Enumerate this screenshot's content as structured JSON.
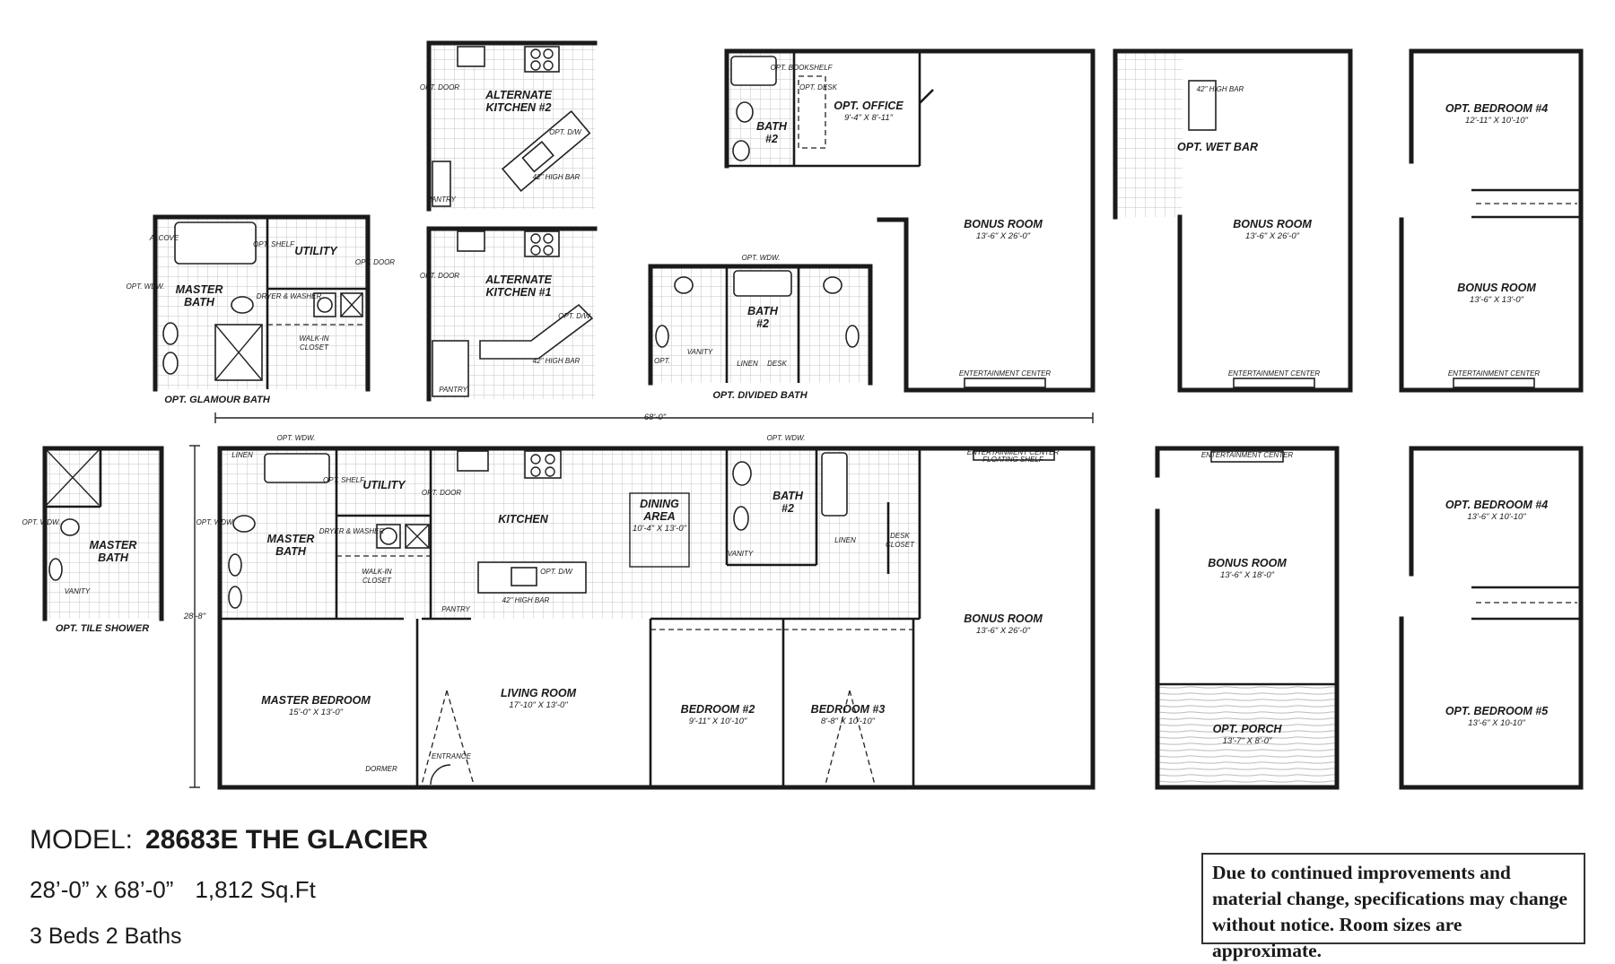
{
  "model": {
    "prefix": "MODEL:",
    "name": "28683E THE GLACIER",
    "dimensions": "28’-0” x 68’-0”",
    "sqft": "1,812 Sq.Ft",
    "beds_baths": "3 Beds 2 Baths"
  },
  "disclaimer": "Due to continued improvements and material change, specifications may change without notice. Room sizes are approximate.",
  "plan": {
    "overall_length": "68'-0\"",
    "overall_width": "28'-8\"",
    "main": {
      "linen": "LINEN",
      "opt_wdw_top": "OPT. WDW.",
      "utility": "UTILITY",
      "opt_shelf": "OPT. SHELF",
      "opt_door": "OPT. DOOR",
      "kitchen": "KITCHEN",
      "dining": "DINING",
      "dining2": "AREA",
      "dining_dim": "10'-4\" X 13'-0\"",
      "bath2": "BATH",
      "bath2_num": "#2",
      "opt_wdw_bath2": "OPT. WDW.",
      "master_bath": "MASTER",
      "master_bath2": "BATH",
      "dryer_washer": "DRYER & WASHER",
      "walkin": "WALK-IN",
      "walkin2": "CLOSET",
      "bar": "42\" HIGH BAR",
      "opt_dw": "OPT. D/W",
      "pantry": "PANTRY",
      "vanity": "VANITY",
      "linen2": "LINEN",
      "desk": "DESK",
      "closet": "CLOSET",
      "master_bed": "MASTER BEDROOM",
      "master_bed_dim": "15'-0\" X 13'-0\"",
      "living": "LIVING ROOM",
      "living_dim": "17'-10\" X 13'-0\"",
      "bed2": "BEDROOM #2",
      "bed2_dim": "9'-11\" X 10'-10\"",
      "bed3": "BEDROOM #3",
      "bed3_dim": "8'-8\" X 10'-10\"",
      "bonus": "BONUS ROOM",
      "bonus_dim": "13'-6\" X 26'-0\"",
      "entrance": "ENTRANCE",
      "dormer": "DORMER",
      "opt_wdw": "OPT. WDW.",
      "entertainment": "ENTERTAINMENT CENTER",
      "linen_shelf": "FLOATING SHELF"
    },
    "tile_shower": {
      "caption": "OPT. TILE SHOWER",
      "label": "MASTER",
      "label2": "BATH",
      "opt_wdw": "OPT. WDW.",
      "vanity": "VANITY"
    },
    "glamour_bath": {
      "caption": "OPT. GLAMOUR BATH",
      "label": "MASTER",
      "label2": "BATH",
      "utility": "UTILITY",
      "alcove": "ALCOVE",
      "opt_shelf": "OPT. SHELF",
      "opt_door": "OPT. DOOR",
      "opt_wdw": "OPT. WDW.",
      "dryer_washer": "DRYER & WASHER",
      "walkin": "WALK-IN",
      "walkin2": "CLOSET"
    },
    "alt_kitchen2": {
      "label": "ALTERNATE",
      "label2": "KITCHEN #2",
      "opt_door": "OPT. DOOR",
      "pantry": "PANTRY",
      "bar": "42\" HIGH BAR",
      "opt_dw": "OPT. D/W"
    },
    "alt_kitchen1": {
      "label": "ALTERNATE",
      "label2": "KITCHEN #1",
      "opt_door": "OPT. DOOR",
      "pantry": "PANTRY",
      "bar": "42\" HIGH BAR",
      "opt_dw": "OPT. D/W"
    },
    "office": {
      "label": "OPT. OFFICE",
      "dim": "9'-4\" X 8'-11\"",
      "bath": "BATH",
      "bath_num": "#2",
      "bookshelf": "OPT. BOOKSHELF",
      "desk": "OPT. DESK",
      "bonus": "BONUS ROOM",
      "bonus_dim": "13'-6\" X 26'-0\"",
      "entertainment": "ENTERTAINMENT CENTER"
    },
    "divided_bath": {
      "caption": "OPT. DIVIDED BATH",
      "opt_wdw": "OPT. WDW.",
      "bath": "BATH",
      "bath_num": "#2",
      "vanity": "VANITY",
      "linen": "LINEN",
      "desk": "DESK",
      "opt": "OPT."
    },
    "wet_bar": {
      "label": "OPT. WET BAR",
      "bar": "42\" HIGH BAR",
      "bonus": "BONUS ROOM",
      "bonus_dim": "13'-6\" X 26'-0\"",
      "entertainment": "ENTERTAINMENT CENTER"
    },
    "bed4_top": {
      "label": "OPT. BEDROOM #4",
      "dim": "12'-11\" X 10'-10\"",
      "bonus": "BONUS ROOM",
      "bonus_dim": "13'-6\" X 13'-0\"",
      "entertainment": "ENTERTAINMENT CENTER"
    },
    "porch_plan": {
      "bonus": "BONUS ROOM",
      "bonus_dim": "13'-6\" X 18'-0\"",
      "porch": "OPT. PORCH",
      "porch_dim": "13'-7\" X 8'-0\"",
      "entertainment": "ENTERTAINMENT CENTER"
    },
    "bed45_plan": {
      "bed4": "OPT. BEDROOM #4",
      "bed4_dim": "13'-6\" X 10'-10\"",
      "bed5": "OPT. BEDROOM #5",
      "bed5_dim": "13'-6\" X 10-10\""
    }
  }
}
